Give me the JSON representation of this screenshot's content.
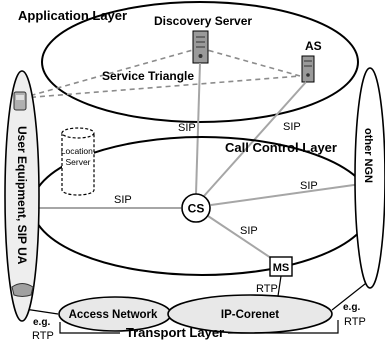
{
  "layers": {
    "application": "Application Layer",
    "call_control": "Call Control Layer",
    "transport": "Transport Layer"
  },
  "nodes": {
    "discovery_server": "Discovery Server",
    "as": "AS",
    "location_server": "Location Server",
    "cs": "CS",
    "ms": "MS",
    "access_network": "Access Network",
    "ip_corenet": "IP-Corenet",
    "user_equipment": "User Equipment, SIP UA",
    "other_ngn": "other NGN"
  },
  "annotations": {
    "service_triangle": "Service Triangle"
  },
  "protocols": {
    "sip_ds": "SIP",
    "sip_as": "SIP",
    "sip_left": "SIP",
    "sip_right": "SIP",
    "sip_ms": "SIP",
    "rtp_ms": "RTP",
    "rtp_left_prefix": "e.g.",
    "rtp_left": "RTP",
    "rtp_right_prefix": "e.g.",
    "rtp_right": "RTP"
  },
  "colors": {
    "line": "#000000",
    "sip_link": "#a6a6a6",
    "dashed_triangle": "#8c8c8c",
    "server_body": "#9a9a9a",
    "transport_fill": "#e8e8e8",
    "ue_fill": "#eeeeee"
  }
}
